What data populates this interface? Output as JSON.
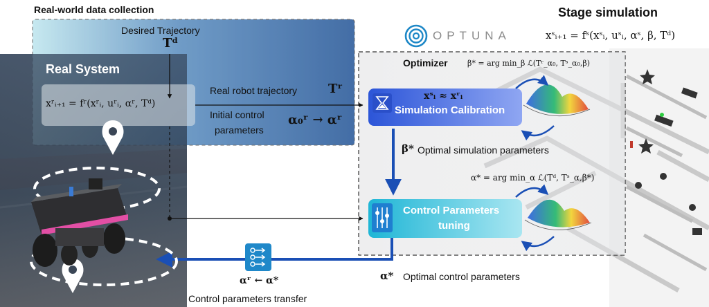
{
  "sections": {
    "data_collection_title": "Real-world data collection",
    "stage_title": "Stage simulation",
    "real_system_label": "Real System",
    "optimizer_label": "Optimizer"
  },
  "optuna": {
    "wordmark": "OPTUNA"
  },
  "labels": {
    "desired_trajectory": "Desired Trajectory",
    "real_robot_trajectory": "Real robot trajectory",
    "initial_control_line1": "Initial control",
    "initial_control_line2": "parameters",
    "optimal_sim_params": "Optimal simulation parameters",
    "optimal_control_params": "Optimal control parameters",
    "control_transfer": "Control parameters transfer"
  },
  "boxes": {
    "sim_calibration": "Simulation Calibration",
    "control_tuning_line1": "Control Parameters",
    "control_tuning_line2": "tuning"
  },
  "math": {
    "T_d": "Tᵈ",
    "real_dynamics": "xʳᵢ₊₁ = fʳ(xʳᵢ, uʳᵢ, αʳ, Tᵈ)",
    "sim_dynamics": "xˢᵢ₊₁ = fˢ(xˢᵢ, uˢᵢ, αˢ, β, Tᵈ)",
    "T_r": "Tʳ",
    "alpha_init": "α₀ʳ → αʳ",
    "calib_eq": "xˢᵢ ≈ xʳᵢ",
    "beta_star_eq": "β* = arg min_β ℒ(Tʳ_α₀, Tˢ_α₀,β)",
    "beta_star": "β*",
    "alpha_star_eq": "α* = arg min_α ℒ(Tᵈ, Tˢ_α,β*)",
    "alpha_star": "α*",
    "alpha_transfer": "αʳ ← α*"
  },
  "colors": {
    "blue_arrow": "#1a4fb5",
    "calib_box": "#3d6be0",
    "tuning_box": "#3ec7de",
    "panel_blue": "#1f4f93",
    "real_system_panel": "#2d3c50"
  },
  "icons": [
    "location-pin-icon",
    "optuna-logo-icon",
    "hourglass-icon",
    "sliders-icon",
    "surface-plot-icon",
    "transfer-icon",
    "robot-rover-icon"
  ]
}
